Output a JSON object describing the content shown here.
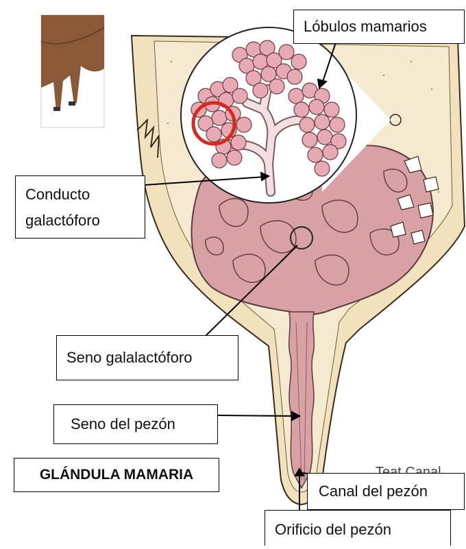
{
  "diagram": {
    "title": "GLÁNDULA MAMARIA",
    "labels": {
      "lobulos": "Lóbulos mamarios",
      "conducto_line1": "Conducto",
      "conducto_line2": "galactóforo",
      "seno_gala": "Seno galalactóforo",
      "seno_pezon": "Seno del pezón",
      "canal_pezon": "Canal del pezón",
      "orificio_pezon": "Orificio del pezón",
      "cut_off_text": "Teat Canal"
    },
    "colors": {
      "tissue_cream": "#f1e2bd",
      "tissue_pink": "#d8a1a6",
      "lobule_pink": "#e8aab2",
      "highlight_red": "#d42a1f",
      "cow_brown": "#8a5a38"
    }
  }
}
